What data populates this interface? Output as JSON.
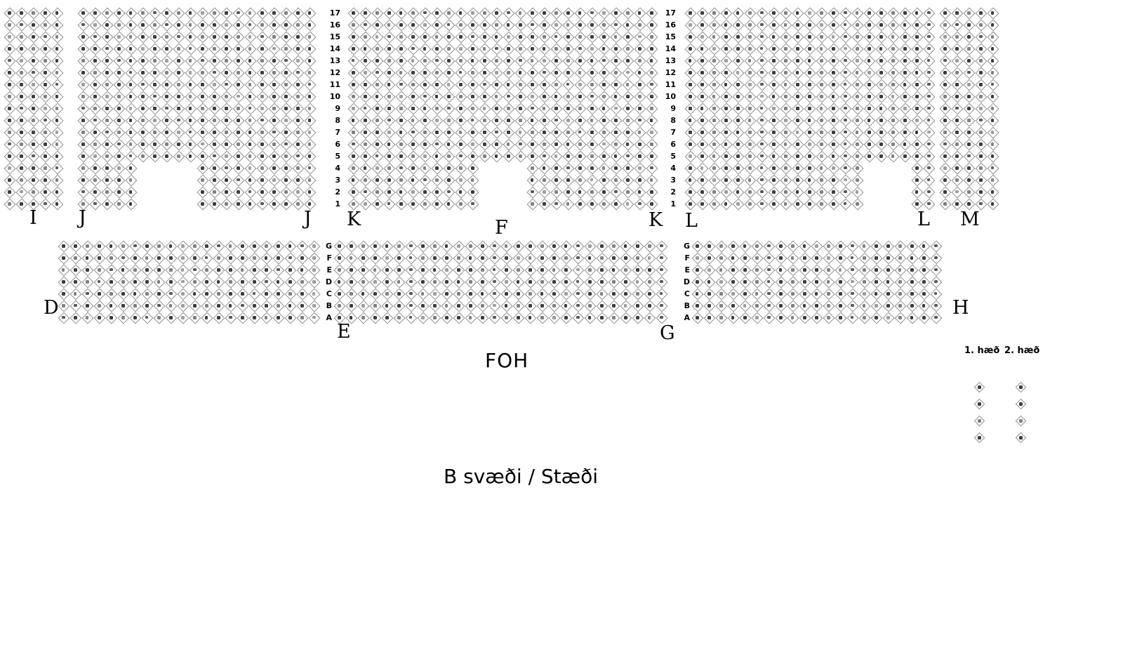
{
  "seat_map": {
    "row_numbers": [
      "17",
      "16",
      "15",
      "14",
      "13",
      "12",
      "11",
      "10",
      "9",
      "8",
      "7",
      "6",
      "5",
      "4",
      "3",
      "2",
      "1"
    ],
    "row_letters": [
      "G",
      "F",
      "E",
      "D",
      "C",
      "B",
      "A"
    ],
    "blocks": [
      {
        "name": "block-i",
        "rows": 17,
        "cols": 5
      },
      {
        "name": "block-j",
        "rows": 17,
        "cols": 20,
        "notch": {
          "col_start": 5,
          "col_count": 5,
          "row_count": 4
        }
      },
      {
        "name": "block-kfk",
        "rows": 17,
        "cols": 26,
        "notch": {
          "col_start": 11,
          "col_count": 4,
          "row_count": 4
        }
      },
      {
        "name": "block-l",
        "rows": 17,
        "cols": 21,
        "notch": {
          "col_start": 15,
          "col_count": 4,
          "row_count": 4
        }
      },
      {
        "name": "block-m",
        "rows": 17,
        "cols": 5
      },
      {
        "name": "block-d",
        "rows": 7,
        "cols": 22
      },
      {
        "name": "block-eg",
        "rows": 7,
        "cols": 28
      },
      {
        "name": "block-h",
        "rows": 7,
        "cols": 21
      }
    ],
    "legend_columns": [
      {
        "name": "legend-col-1",
        "seats": 4
      },
      {
        "name": "legend-col-2",
        "seats": 4
      }
    ]
  },
  "labels": {
    "section_i": "I",
    "section_j_left": "J",
    "section_j_right": "J",
    "section_k_left": "K",
    "section_f": "F",
    "section_k_right": "K",
    "section_l_left": "L",
    "section_l_right": "L",
    "section_m": "M",
    "section_d": "D",
    "section_e": "E",
    "section_g": "G",
    "section_h": "H",
    "foh": "FOH",
    "floor_1": "1. hæð",
    "floor_2": "2. hæð",
    "area": "B svæði / Stæði"
  },
  "colors": {
    "background": "#ffffff",
    "text": "#000000",
    "seat_border": "#8f8f8f",
    "seat_glyph": "#3c3c3c"
  }
}
